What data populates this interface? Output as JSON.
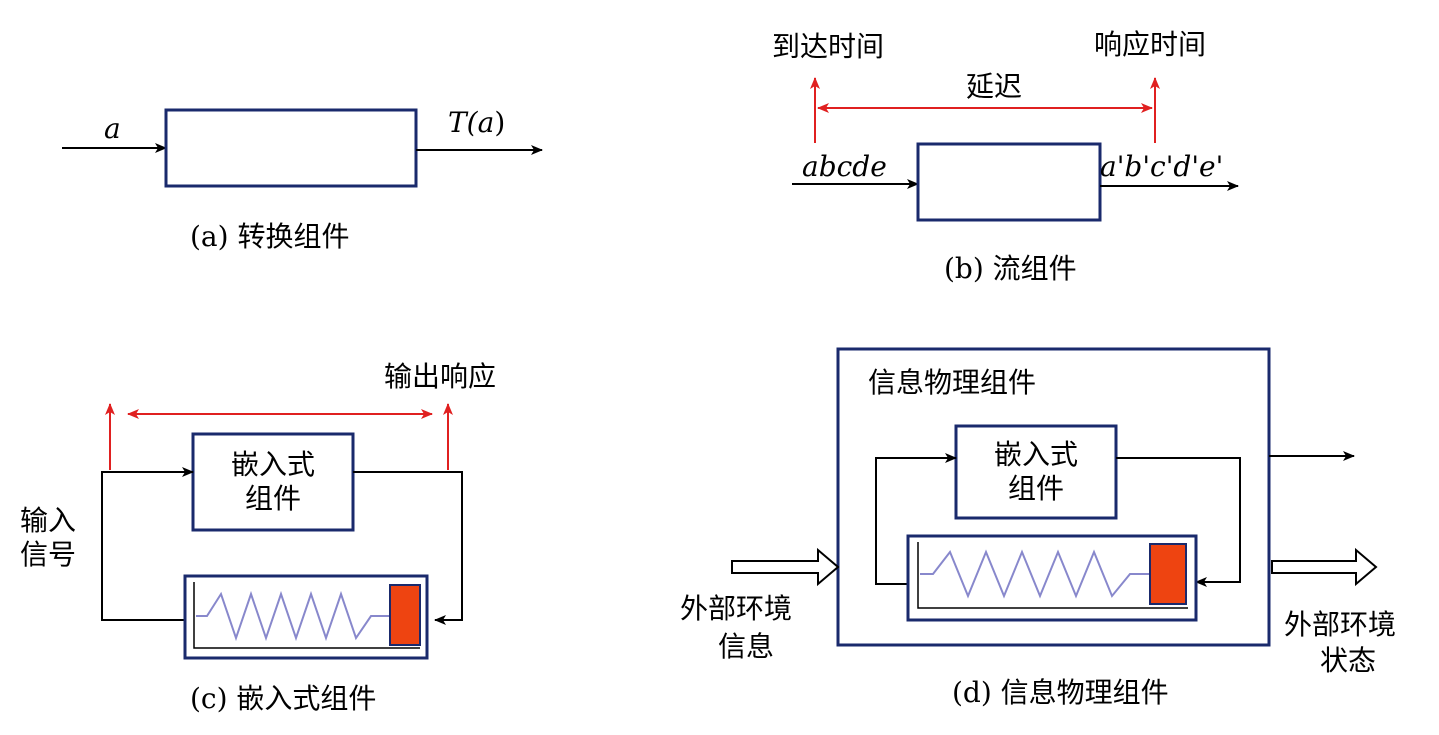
{
  "colors": {
    "box": "#1a2a6c",
    "line": "#000000",
    "red": "#e02020",
    "spring": "#8888cc",
    "mass": "#ee4411",
    "mass_stroke": "#1a2a6c"
  },
  "panel_a": {
    "input_label": "a",
    "output_label_prefix": "T(",
    "output_label_var": "a",
    "output_label_suffix": ")",
    "caption": "(a) 转换组件"
  },
  "panel_b": {
    "arrival_label": "到达时间",
    "response_label": "响应时间",
    "delay_label": "延迟",
    "input_seq": "abcde",
    "output_seq": "a'b'c'd'e'",
    "caption": "(b) 流组件"
  },
  "panel_c": {
    "output_response_label": "输出响应",
    "input_signal_line1": "输入",
    "input_signal_line2": "信号",
    "box_line1": "嵌入式",
    "box_line2": "组件",
    "caption": "(c) 嵌入式组件"
  },
  "panel_d": {
    "outer_title": "信息物理组件",
    "box_line1": "嵌入式",
    "box_line2": "组件",
    "env_info_line1": "外部环境",
    "env_info_line2": "信息",
    "env_state_line1": "外部环境",
    "env_state_line2": "状态",
    "caption": "(d) 信息物理组件"
  }
}
